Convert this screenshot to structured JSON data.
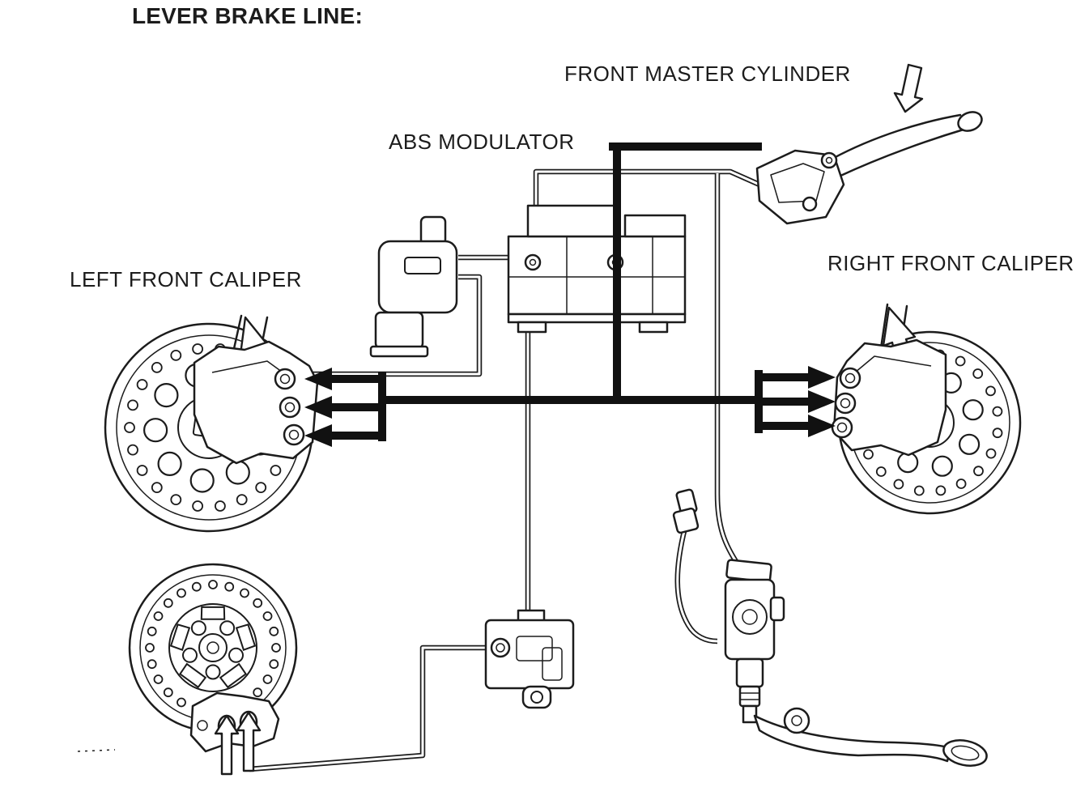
{
  "page": {
    "background": "#ffffff",
    "ink": "#1c1c1c"
  },
  "diagram": {
    "title": "LEVER BRAKE LINE:",
    "labels": {
      "front_master_cylinder": "FRONT MASTER CYLINDER",
      "abs_modulator": "ABS MODULATOR",
      "left_front_caliper": "LEFT FRONT CALIPER",
      "right_front_caliper": "RIGHT FRONT CALIPER"
    }
  }
}
